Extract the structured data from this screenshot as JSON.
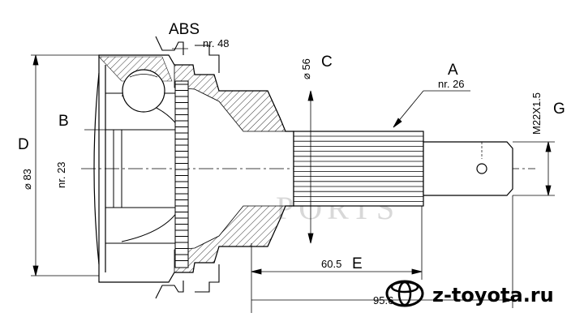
{
  "labels": {
    "abs": "ABS",
    "abs_teeth": "nr. 48",
    "dia_56": "⌀ 56",
    "c": "C",
    "a": "A",
    "a_splines": "nr. 26",
    "b": "B",
    "d": "D",
    "dia_83": "⌀ 83",
    "b_splines": "nr. 23",
    "thread": "M22X1.5",
    "g": "G",
    "len_605": "60.5",
    "e": "E",
    "len_total": "95.6",
    "watermark": "z-toyota.ru",
    "bg_watermark": "PORTS"
  },
  "colors": {
    "line": "#000000",
    "watermark_gray": "#c8c8c8"
  },
  "icons": {
    "logo": "toyota-logo-icon"
  }
}
